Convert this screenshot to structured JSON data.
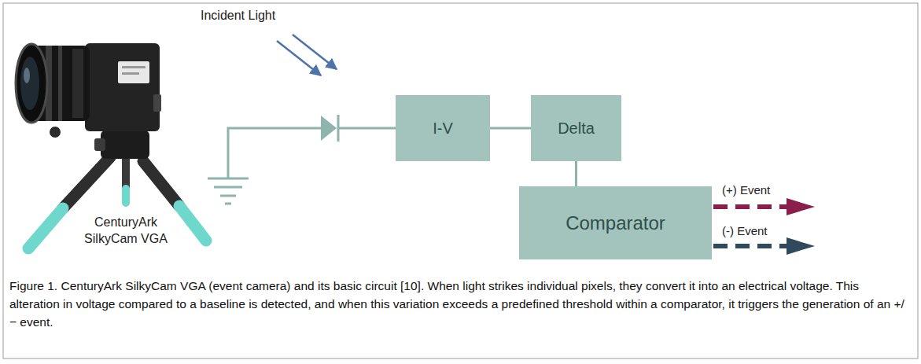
{
  "diagram": {
    "caption": "Figure 1. CenturyArk SilkyCam VGA (event camera) and its basic circuit [10]. When light strikes individual pixels, they convert it into an electrical voltage. This alteration in voltage compared to a baseline is detected, and when this variation exceeds a predefined threshold within a comparator, it triggers the generation of an +/ − event.",
    "nodes": [
      {
        "text": [
          "I-V"
        ]
      },
      {
        "text": [
          "Delta"
        ]
      },
      {
        "text": [
          "Comparator"
        ]
      }
    ],
    "edges": [
      {
        "from": 0,
        "to": 1,
        "arrow": "none"
      },
      {
        "from": 1,
        "to": 2,
        "arrow": "none"
      }
    ],
    "labels": [
      "Incident Light",
      "CenturyArk SilkyCam VGA",
      "(+) Event",
      "(-) Event"
    ]
  }
}
